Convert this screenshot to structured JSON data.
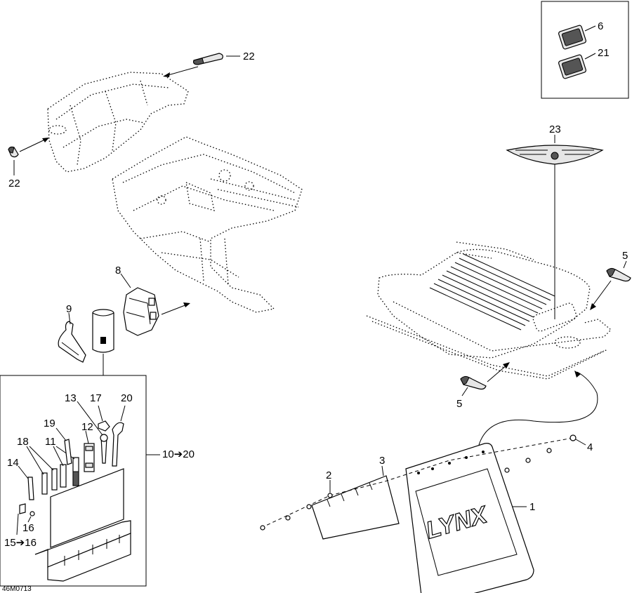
{
  "diagram": {
    "reference_code": "46M0713",
    "callouts": {
      "c1": "1",
      "c2": "2",
      "c3": "3",
      "c4": "4",
      "c5a": "5",
      "c5b": "5",
      "c6": "6",
      "c8": "8",
      "c9": "9",
      "c10_20": "10➔20",
      "c11": "11",
      "c12": "12",
      "c13": "13",
      "c14": "14",
      "c15_16": "15➔16",
      "c16": "16",
      "c17": "17",
      "c18": "18",
      "c19": "19",
      "c20": "20",
      "c21": "21",
      "c22a": "22",
      "c22b": "22",
      "c23": "23"
    },
    "flap_logo": "LYNX"
  }
}
